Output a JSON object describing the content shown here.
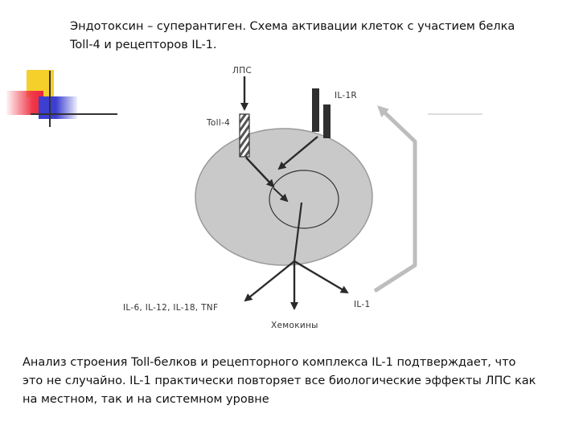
{
  "title": {
    "line1": "Эндотоксин – суперантиген. Схема активации клеток с участием белка",
    "line2": "Toll-4 и рецепторов IL-1."
  },
  "diagram": {
    "labels": {
      "lps": "ЛПС",
      "il1r": "IL-1R",
      "toll4": "Toll-4",
      "cytokines": "IL-6, IL-12, IL-18, TNF",
      "il1": "IL-1",
      "chemokines": "Хемокины"
    },
    "colors": {
      "cell": "#c9c9c9",
      "arrow": "#2a2a2a",
      "feedback_arrow": "#bdbdbd"
    }
  },
  "decoration": {
    "colors": {
      "yellow": "#f5cf2a",
      "red": "#f0384a",
      "blue": "#3c3fd0",
      "line": "#333333"
    }
  },
  "body": {
    "line1": "Анализ строения Toll-белков и рецепторного комплекса IL-1 подтверждает, что",
    "line2": "это не случайно. IL-1 практически повторяет все биологические эффекты ЛПС как",
    "line3": "на местном, так и на системном уровне"
  }
}
